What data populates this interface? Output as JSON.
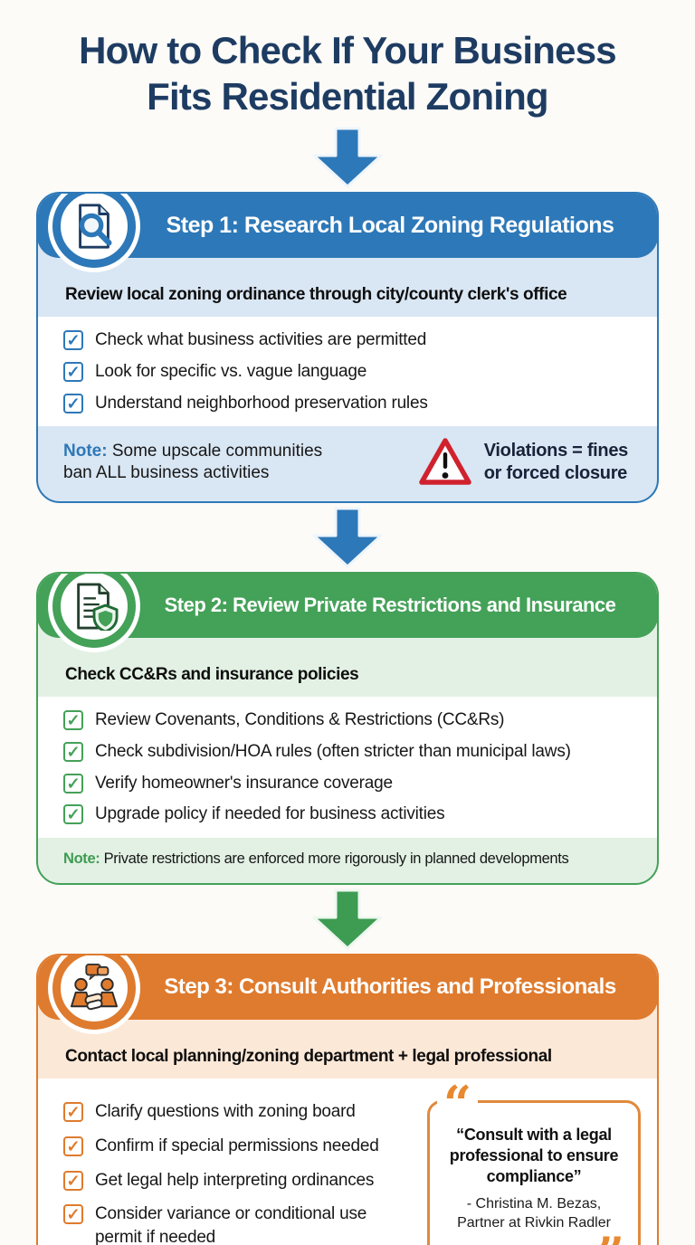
{
  "title": {
    "line1": "How to Check If Your Business",
    "line2": "Fits Residential Zoning"
  },
  "colors": {
    "navy_title": "#1e3c62",
    "step1_blue": "#2d78b8",
    "step1_tint": "#d9e6f3",
    "step2_green": "#44a158",
    "step2_tint": "#e3f1e4",
    "step3_orange": "#df7b2e",
    "step3_tint": "#fce8d7",
    "warning_red": "#d0222e",
    "quote_orange": "#e8892f"
  },
  "steps": [
    {
      "header": "Step 1: Research Local Zoning Regulations",
      "icon": "document-magnifier-icon",
      "subtitle": "Review local zoning ordinance through city/county clerk's office",
      "checkmark": "✓",
      "items": [
        "Check what business activities are permitted",
        "Look for specific vs. vague language",
        "Understand neighborhood preservation rules"
      ],
      "note_label": "Note:",
      "note_text": "Some upscale communities ban ALL business activities",
      "warning_line1": "Violations = fines",
      "warning_line2": "or forced closure"
    },
    {
      "header": "Step 2: Review Private Restrictions and Insurance",
      "icon": "document-shield-icon",
      "subtitle": "Check CC&Rs and insurance policies",
      "checkmark": "✓",
      "items": [
        "Review Covenants, Conditions & Restrictions (CC&Rs)",
        "Check subdivision/HOA rules (often stricter than municipal laws)",
        "Verify homeowner's insurance coverage",
        "Upgrade policy if needed for business activities"
      ],
      "note_label": "Note:",
      "note_text": "Private restrictions are enforced more rigorously in planned developments"
    },
    {
      "header": "Step 3: Consult Authorities and Professionals",
      "icon": "handshake-icon",
      "subtitle": "Contact local planning/zoning department + legal professional",
      "checkmark": "✓",
      "items": [
        "Clarify questions with zoning board",
        "Confirm if special permissions needed",
        "Get legal help interpreting ordinances",
        "Consider variance or conditional use permit if needed"
      ],
      "quote": {
        "open_mark": "“",
        "close_mark": "”",
        "text": "“Consult with a legal professional to ensure compliance”",
        "attribution_line1": "- Christina M. Bezas,",
        "attribution_line2": "Partner at Rivkin Radler"
      }
    }
  ]
}
